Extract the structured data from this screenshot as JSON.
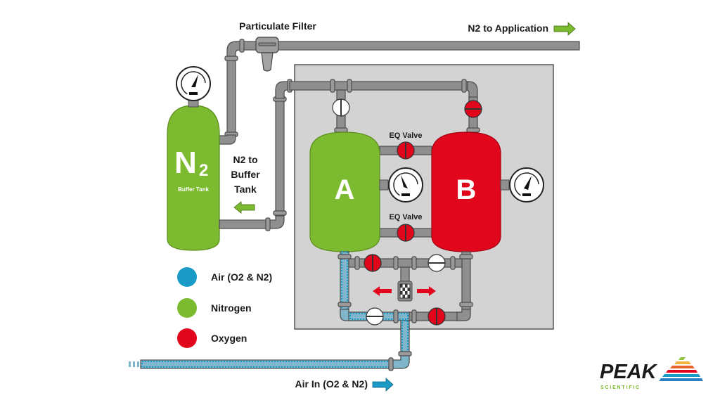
{
  "diagram": {
    "title_labels": {
      "particulate_filter": "Particulate Filter",
      "n2_to_application": "N2 to Application",
      "n2_to_buffer_line1": "N2 to",
      "n2_to_buffer_line2": "Buffer",
      "n2_to_buffer_line3": "Tank",
      "eq_valve_top": "EQ Valve",
      "eq_valve_bottom": "EQ Valve",
      "air_in": "Air In (O2 & N2)"
    },
    "buffer_tank": {
      "symbol": "N",
      "subscript": "2",
      "label": "Buffer Tank",
      "color": "#7cbb2f"
    },
    "vessels": [
      {
        "id": "A",
        "label": "A",
        "color": "#7cbb2f",
        "state": "nitrogen"
      },
      {
        "id": "B",
        "label": "B",
        "color": "#e1061b",
        "state": "oxygen"
      }
    ],
    "valve_colors": {
      "open": "#ffffff",
      "closed": "#e1061b"
    },
    "pipe_color": "#8f8f8f",
    "air_color": "#1a9bc7",
    "panel_color": "#d3d3d3",
    "legend": [
      {
        "label": "Air (O2 & N2)",
        "color": "#1a9bc7"
      },
      {
        "label": "Nitrogen",
        "color": "#7cbb2f"
      },
      {
        "label": "Oxygen",
        "color": "#e1061b"
      }
    ],
    "logo": {
      "name": "PEAK",
      "sub": "SCIENTIFIC",
      "sub_color": "#7cbb2f",
      "stripe_colors": [
        "#8cc63f",
        "#f2b33d",
        "#e8622d",
        "#e1061b",
        "#1a9bc7",
        "#2b7fc0"
      ]
    }
  }
}
